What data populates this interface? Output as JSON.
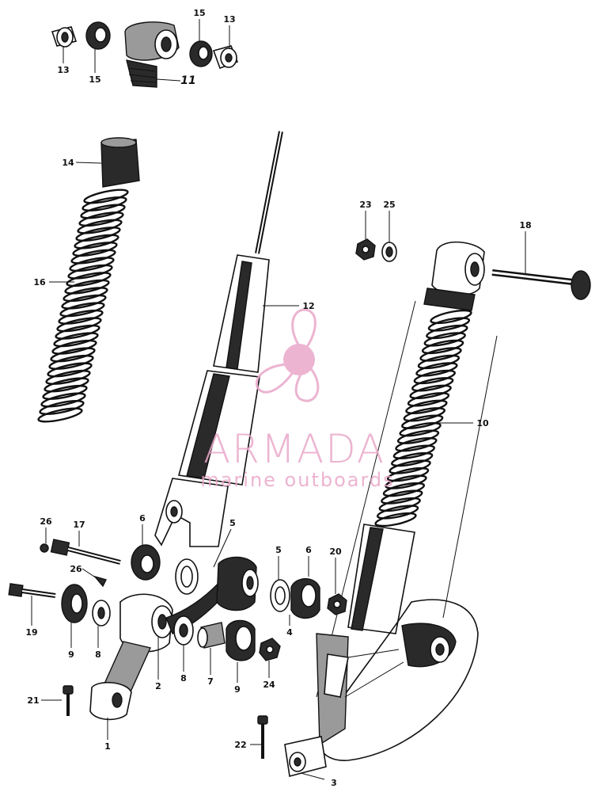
{
  "watermark": {
    "brand": "ARMADA",
    "tagline": "marine outboards",
    "color": "#e9a7c9"
  },
  "labels": {
    "l13a": "13",
    "l15a": "15",
    "l11": "11",
    "l15b": "15",
    "l13b": "13",
    "l14": "14",
    "l16": "16",
    "l12": "12",
    "l23": "23",
    "l25": "25",
    "l18": "18",
    "l10": "10",
    "l26a": "26",
    "l17": "17",
    "l6a": "6",
    "l5a": "5",
    "l26b": "26",
    "l19": "19",
    "l9a": "9",
    "l8a": "8",
    "l2": "2",
    "l8b": "8",
    "l7": "7",
    "l9b": "9",
    "l24": "24",
    "l5b": "5",
    "l6b": "6",
    "l20": "20",
    "l4": "4",
    "l21": "21",
    "l1": "1",
    "l22": "22",
    "l3": "3"
  }
}
